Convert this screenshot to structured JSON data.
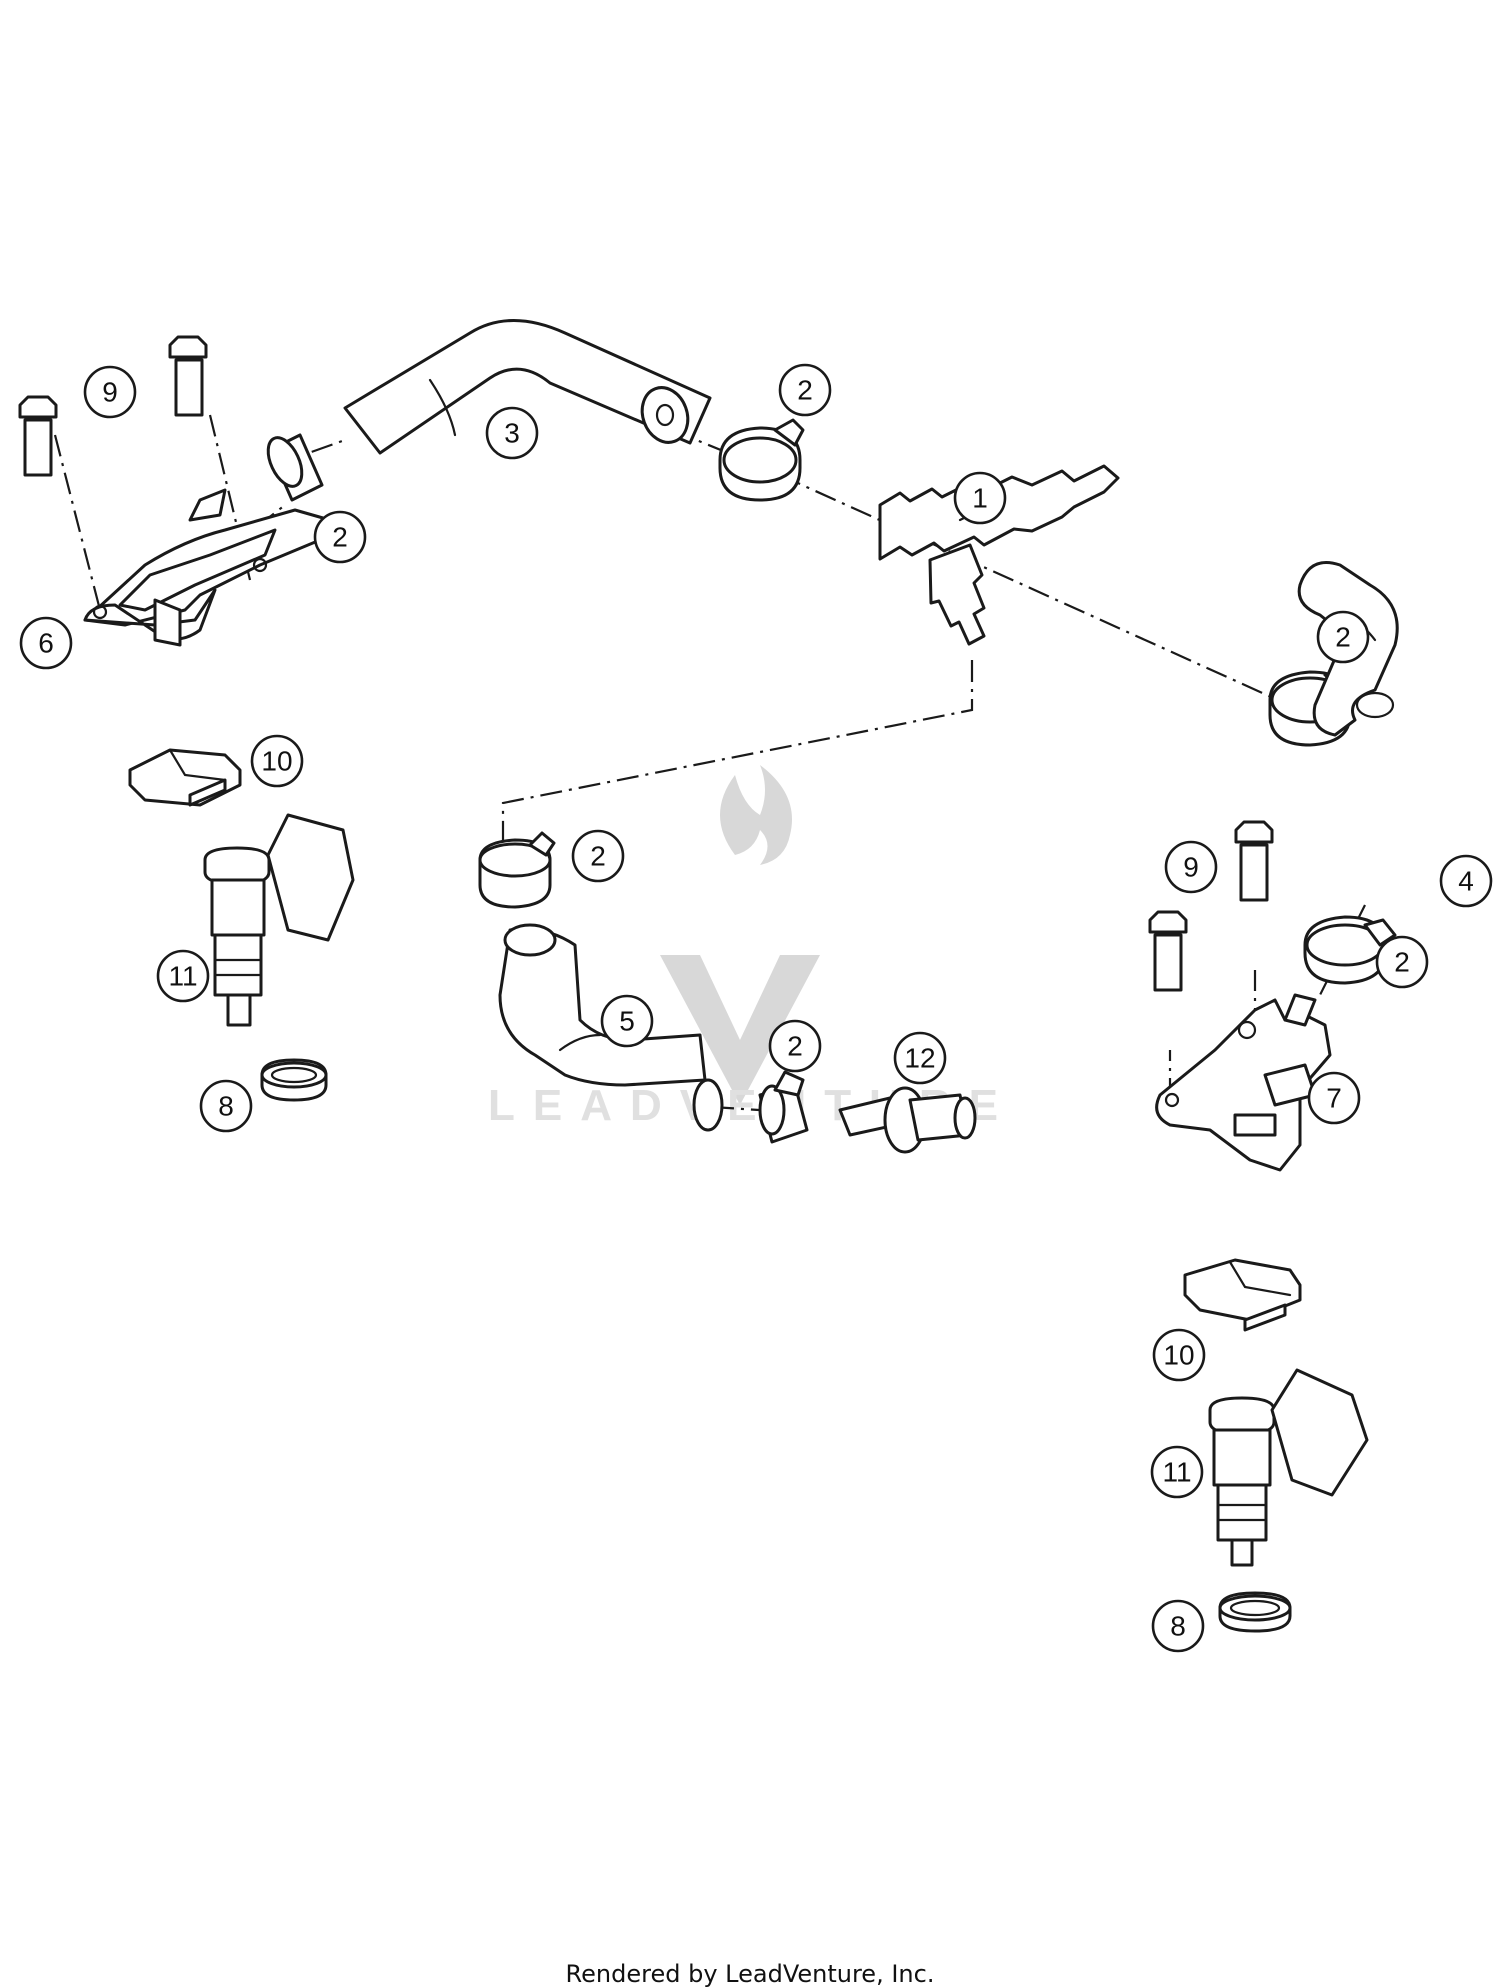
{
  "watermark": {
    "text": "LEADVENTURE"
  },
  "callouts": [
    {
      "id": "c1",
      "label": "1"
    },
    {
      "id": "c2a",
      "label": "2"
    },
    {
      "id": "c2b",
      "label": "2"
    },
    {
      "id": "c2c",
      "label": "2"
    },
    {
      "id": "c2d",
      "label": "2"
    },
    {
      "id": "c2e",
      "label": "2"
    },
    {
      "id": "c2f",
      "label": "2"
    },
    {
      "id": "c3",
      "label": "3"
    },
    {
      "id": "c4",
      "label": "4"
    },
    {
      "id": "c5",
      "label": "5"
    },
    {
      "id": "c6",
      "label": "6"
    },
    {
      "id": "c7",
      "label": "7"
    },
    {
      "id": "c8a",
      "label": "8"
    },
    {
      "id": "c8b",
      "label": "8"
    },
    {
      "id": "c9a",
      "label": "9"
    },
    {
      "id": "c9b",
      "label": "9"
    },
    {
      "id": "c10a",
      "label": "10"
    },
    {
      "id": "c10b",
      "label": "10"
    },
    {
      "id": "c11a",
      "label": "11"
    },
    {
      "id": "c11b",
      "label": "11"
    },
    {
      "id": "c12",
      "label": "12"
    }
  ],
  "footer": {
    "text": "Rendered by LeadVenture, Inc."
  }
}
